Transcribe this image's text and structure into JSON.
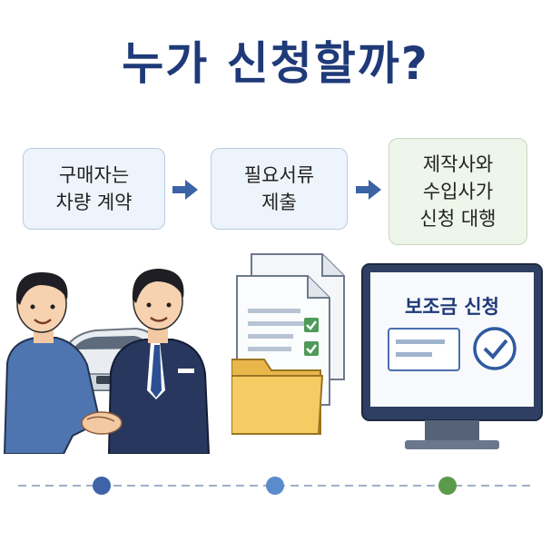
{
  "title": "누가 신청할까?",
  "steps": [
    {
      "lines": [
        "구매자는",
        "차량 계약"
      ]
    },
    {
      "lines": [
        "필요서류",
        "제출"
      ]
    },
    {
      "lines": [
        "제작사와",
        "수입사가",
        "신청 대행"
      ]
    }
  ],
  "monitor": {
    "label": "보조금 신청"
  },
  "colors": {
    "title": "#1f3a78",
    "step_bg": "#eef4fb",
    "step_green_bg": "#eef5ea",
    "dot1": "#3f63a8",
    "dot2": "#5a8ccc",
    "dot3": "#5b9a4b"
  },
  "icons": [
    "handshake-icon",
    "documents-icon",
    "folder-icon",
    "checkmark-icon",
    "monitor-icon",
    "car-icon"
  ]
}
